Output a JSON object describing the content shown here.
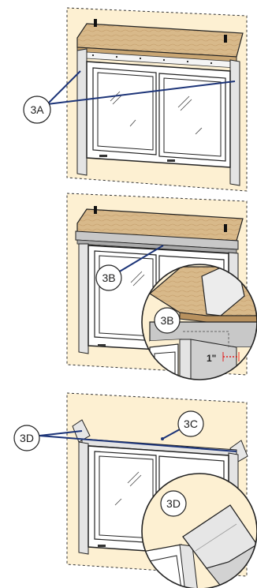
{
  "callouts": {
    "a": "3A",
    "b": "3B",
    "b_detail": "3B",
    "c": "3C",
    "d": "3D",
    "d_detail": "3D"
  },
  "dimension": "1\"",
  "colors": {
    "wall": "#fdf0d2",
    "header_wood": "#d8b98a",
    "callout_line": "#1c3478",
    "flashing": "#c8c8c8",
    "tape": "#e6e6e6",
    "frame": "#ffffff",
    "glass": "#ffffff",
    "dim_line": "#e02020"
  }
}
